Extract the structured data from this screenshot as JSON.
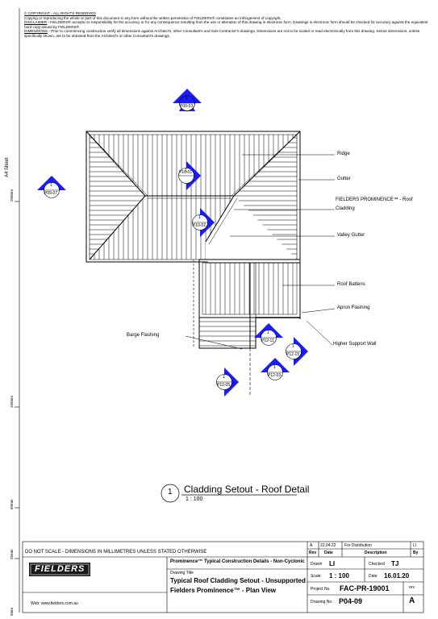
{
  "notes": {
    "copyright": "© COPYRIGHT - ALL RIGHTS RESERVED",
    "line1": "Copying or reproducing the whole or part of this document in any form without the written permission of FIELDERS® constitutes an infringement of copyright.",
    "disclaimer_label": "DISCLAIMER",
    "disclaimer": " - FIELDERS® accepts no responsibility for the accuracy or for any consequence resulting from the use or alteration of this drawing in electronic form. Drawings in electronic form should be checked for accuracy against the equivalent hard copy issued by FIELDERS®.",
    "dimensions_label": "DIMENSIONS",
    "dimensions": " - Prior to commencing construction verify all dimensions against Architect's, other Consultant's and Sub-Contractor's drawings. Dimensions are not to be scaled or read electronically from this drawing. Setout dimensions, unless specifically shown, are to be obtained from the Architect's or other Consultant's drawings."
  },
  "ruler": {
    "sheet": "A4 Sheet",
    "marks": [
      "200mm",
      "150mm",
      "60mm",
      "25mm",
      "0mm"
    ]
  },
  "callouts": {
    "ridge": "Ridge",
    "gutter": "Gutter",
    "cladding_1": "FIELDERS PROMINENCE™ - Roof",
    "cladding_2": "Cladding",
    "valley_gutter": "Valley Gutter",
    "roof_battens": "Roof Battens",
    "apron_flashing": "Apron Flashing",
    "higher_support_wall": "Higher Support Wall",
    "barge_flashing": "Barge Flashing"
  },
  "section_marks": [
    {
      "num": "1",
      "ref": "P09-03"
    },
    {
      "num": "1",
      "ref": "P09-07"
    },
    {
      "num": "1",
      "ref": "P10-01"
    },
    {
      "num": "1",
      "ref": "P10-02"
    },
    {
      "num": "1",
      "ref": "P12-11"
    },
    {
      "num": "1",
      "ref": "P12-15"
    },
    {
      "num": "1",
      "ref": "P12-03"
    },
    {
      "num": "1",
      "ref": "P10-05"
    }
  ],
  "drawing": {
    "num": "1",
    "title": "Cladding Setout - Roof Detail",
    "scale": "1 : 100"
  },
  "title_block": {
    "do_not_scale": "DO NOT SCALE - DIMENSIONS IN MILLIMETRES UNLESS STATED OTHERWISE",
    "logo": "FIELDERS",
    "website": "Web: www.fielders.com.au",
    "series": "Prominence™ Typical Construction Details - Non-Cyclonic",
    "drawing_title_label": "Drawing Title",
    "drawing_title_1": "Typical Roof Cladding Setout - Unsupported",
    "drawing_title_2": "Fielders Prominence™ - Plan View",
    "rev_row": {
      "rev": "A",
      "date": "22.04.22",
      "description": "For Distribution",
      "by": "LI"
    },
    "rev_headers": {
      "rev": "Rev",
      "date": "Date",
      "description": "Description",
      "by": "By"
    },
    "drawn_label": "Drawn",
    "drawn": "LI",
    "checked_label": "Checked",
    "checked": "TJ",
    "scale_label": "Scale",
    "scale": "1 : 100",
    "date_label": "Date",
    "date": "16.01.20",
    "project_label": "Project No.",
    "project": "FAC-PR-19001",
    "rev_label": "rev",
    "drawing_no_label": "Drawing No.",
    "drawing_no": "P04-09",
    "rev_value": "A"
  },
  "colors": {
    "section_mark": "#1a1aff",
    "line": "#000000"
  }
}
